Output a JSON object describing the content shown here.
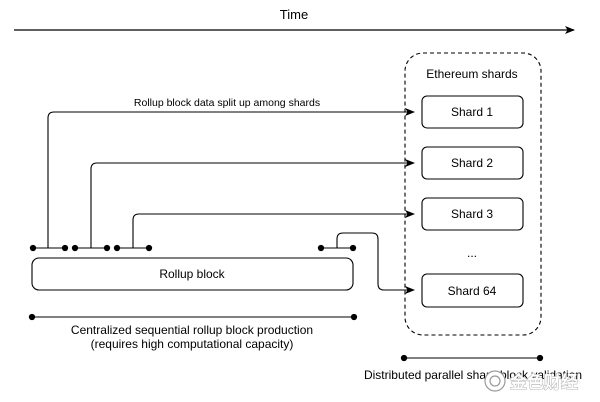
{
  "time_label": "Time",
  "shards_group_title": "Ethereum shards",
  "shards": [
    {
      "label": "Shard 1"
    },
    {
      "label": "Shard 2"
    },
    {
      "label": "Shard 3"
    },
    {
      "label": "..."
    },
    {
      "label": "Shard 64"
    }
  ],
  "split_label": "Rollup block data split up among shards",
  "rollup_block_label": "Rollup block",
  "centralized_caption_line1": "Centralized sequential rollup block production",
  "centralized_caption_line2": "(requires high computational capacity)",
  "distributed_caption": "Distributed parallel shard block validation",
  "watermark_text": "金色财经"
}
